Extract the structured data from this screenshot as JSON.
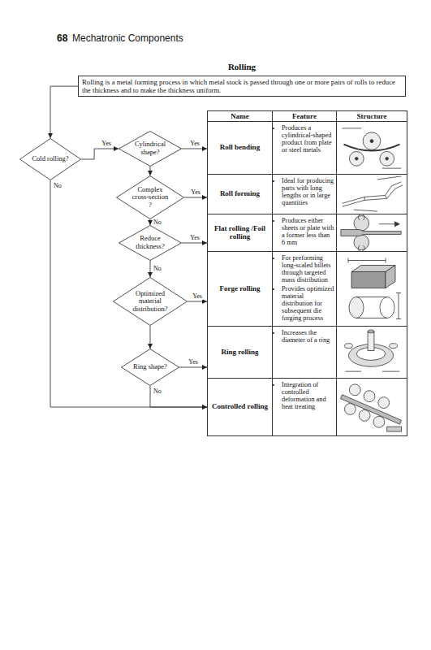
{
  "diagram": {
    "title": "Rolling",
    "nodes": [
      {
        "text": [
          "Rolling is a metal forming process in which metal stock is passed through one or more pairs of rolls to reduce the thickness and to make the thickness uniform."
        ]
      },
      {
        "text": [
          "Cold rolling?"
        ]
      },
      {
        "text": [
          "Cylindrical shape?"
        ]
      },
      {
        "text": [
          "Roll bending"
        ]
      },
      {
        "text": [
          "Complex cross-section ?"
        ]
      },
      {
        "text": [
          "Roll forming"
        ]
      },
      {
        "text": [
          "Reduce thickness?"
        ]
      },
      {
        "text": [
          "Flat rolling /Foil rolling"
        ]
      },
      {
        "text": [
          "Optimized material distribution?"
        ]
      },
      {
        "text": [
          "Forge rolling"
        ]
      },
      {
        "text": [
          "Ring shape?"
        ]
      },
      {
        "text": [
          "Ring rolling"
        ]
      },
      {
        "text": [
          "Controlled rolling"
        ]
      }
    ],
    "edges": [
      {
        "from": 0,
        "to": 1,
        "arrow": "to"
      },
      {
        "from": 1,
        "to": 2,
        "label": "Yes",
        "arrow": "to"
      },
      {
        "from": 1,
        "to": 12,
        "label": "No",
        "arrow": "to"
      },
      {
        "from": 2,
        "to": 3,
        "label": "Yes",
        "arrow": "to"
      },
      {
        "from": 2,
        "to": 4,
        "arrow": "to"
      },
      {
        "from": 4,
        "to": 5,
        "label": "Yes",
        "arrow": "to"
      },
      {
        "from": 4,
        "to": 6,
        "label": "No",
        "arrow": "to"
      },
      {
        "from": 6,
        "to": 7,
        "label": "Yes",
        "arrow": "to"
      },
      {
        "from": 6,
        "to": 8,
        "label": "No",
        "arrow": "to"
      },
      {
        "from": 8,
        "to": 9,
        "label": "Yes",
        "arrow": "to"
      },
      {
        "from": 8,
        "to": 10,
        "arrow": "to"
      },
      {
        "from": 10,
        "to": 11,
        "label": "Yes",
        "arrow": "to"
      },
      {
        "from": 10,
        "to": 12,
        "label": "No",
        "arrow": "to"
      }
    ],
    "labels": [
      "68",
      "Mechatronic Components",
      "Name",
      "Feature",
      "Structure",
      "Produces a cylindrical-shaped product from plate or steel metals",
      "Ideal for producing parts with long lengths or in large quantities",
      "Produces either sheets or plate with a former less than 6 mm",
      "For preforming long-scaled billets through targeted mass distribution",
      "Provides optimized material distribution for subsequent die forging process",
      "Increases the diameter of a ring",
      "Integration of controlled deformation and heat treating"
    ]
  }
}
